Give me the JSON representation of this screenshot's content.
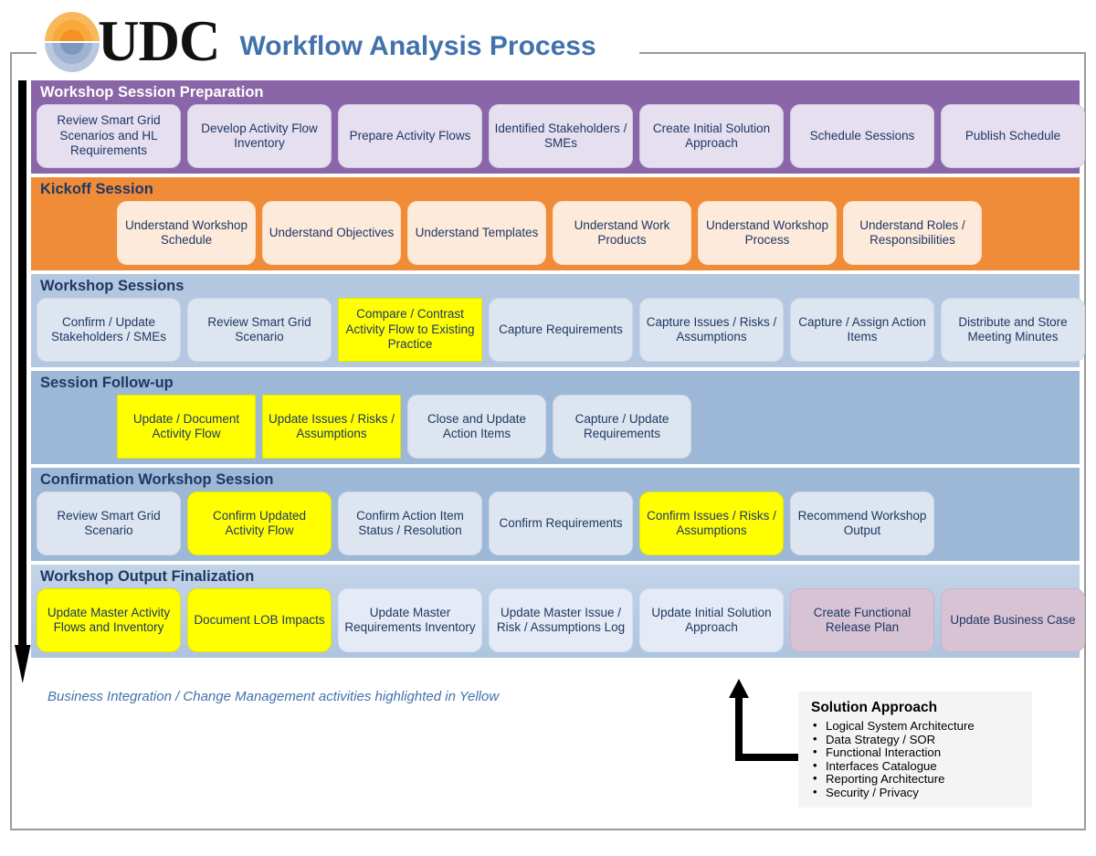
{
  "header": {
    "brand": "UDC",
    "title": "Workflow Analysis Process",
    "logo_icon": "udc-concentric-circle-logo",
    "logo_colors": {
      "top": "#f5a623",
      "bottom": "#8aa4c8"
    }
  },
  "flow_arrow": {
    "icon": "down-arrow",
    "color": "#000000"
  },
  "bands": [
    {
      "title": "Workshop Session Preparation",
      "band_color": "#8a66a8",
      "indent": false,
      "boxes": [
        {
          "label": "Review Smart Grid Scenarios and HL Requirements",
          "style": "lav"
        },
        {
          "label": "Develop Activity Flow Inventory",
          "style": "lav"
        },
        {
          "label": "Prepare Activity Flows",
          "style": "lav"
        },
        {
          "label": "Identified Stakeholders / SMEs",
          "style": "lav"
        },
        {
          "label": "Create Initial Solution Approach",
          "style": "lav"
        },
        {
          "label": "Schedule Sessions",
          "style": "lav"
        },
        {
          "label": "Publish Schedule",
          "style": "lav"
        }
      ]
    },
    {
      "title": "Kickoff Session",
      "band_color": "#f08b38",
      "indent": true,
      "boxes": [
        {
          "label": "Understand Workshop Schedule",
          "style": "peach"
        },
        {
          "label": "Understand Objectives",
          "style": "peach"
        },
        {
          "label": "Understand Templates",
          "style": "peach"
        },
        {
          "label": "Understand Work Products",
          "style": "peach"
        },
        {
          "label": "Understand Workshop Process",
          "style": "peach"
        },
        {
          "label": "Understand Roles / Responsibilities",
          "style": "peach"
        }
      ]
    },
    {
      "title": "Workshop Sessions",
      "band_color": "#b3c7e0",
      "indent": false,
      "boxes": [
        {
          "label": "Confirm / Update Stakeholders / SMEs",
          "style": "pale"
        },
        {
          "label": "Review Smart Grid Scenario",
          "style": "pale"
        },
        {
          "label": "Compare / Contrast Activity Flow to Existing Practice",
          "style": "yellow-sharp"
        },
        {
          "label": "Capture Requirements",
          "style": "pale"
        },
        {
          "label": "Capture Issues / Risks / Assumptions",
          "style": "pale"
        },
        {
          "label": "Capture / Assign Action Items",
          "style": "pale"
        },
        {
          "label": "Distribute and Store Meeting Minutes",
          "style": "pale"
        }
      ]
    },
    {
      "title": "Session Follow-up",
      "band_color": "#9db7d6",
      "indent": true,
      "boxes": [
        {
          "label": "Update / Document Activity Flow",
          "style": "yellow-sharp"
        },
        {
          "label": "Update Issues / Risks / Assumptions",
          "style": "yellow-sharp"
        },
        {
          "label": "Close and Update Action Items",
          "style": "pale"
        },
        {
          "label": "Capture / Update Requirements",
          "style": "pale"
        }
      ]
    },
    {
      "title": "Confirmation Workshop Session",
      "band_color": "#9db7d6",
      "indent": false,
      "boxes": [
        {
          "label": "Review Smart Grid Scenario",
          "style": "pale"
        },
        {
          "label": "Confirm Updated Activity Flow",
          "style": "yellow"
        },
        {
          "label": "Confirm Action Item Status / Resolution",
          "style": "pale"
        },
        {
          "label": "Confirm Requirements",
          "style": "pale"
        },
        {
          "label": "Confirm Issues / Risks / Assumptions",
          "style": "yellow"
        },
        {
          "label": "Recommend Workshop Output",
          "style": "pale"
        }
      ]
    },
    {
      "title": "Workshop Output Finalization",
      "band_color": "#bcd0e6",
      "indent": false,
      "boxes": [
        {
          "label": "Update Master Activity Flows and Inventory",
          "style": "yellow"
        },
        {
          "label": "Document LOB Impacts",
          "style": "yellow"
        },
        {
          "label": "Update Master Requirements Inventory",
          "style": "paler"
        },
        {
          "label": "Update Master Issue / Risk / Assumptions Log",
          "style": "paler"
        },
        {
          "label": "Update Initial Solution Approach",
          "style": "paler"
        },
        {
          "label": "Create Functional Release Plan",
          "style": "mauve"
        },
        {
          "label": "Update Business Case",
          "style": "mauve"
        }
      ]
    }
  ],
  "footnote": "Business Integration / Change Management activities highlighted in Yellow",
  "callout": {
    "title": "Solution Approach",
    "items": [
      "Logical System Architecture",
      "Data Strategy / SOR",
      "Functional Interaction",
      "Interfaces Catalogue",
      "Reporting Architecture",
      "Security / Privacy"
    ],
    "connector_icon": "elbow-arrow-up"
  },
  "highlight_color": "#ffff00"
}
